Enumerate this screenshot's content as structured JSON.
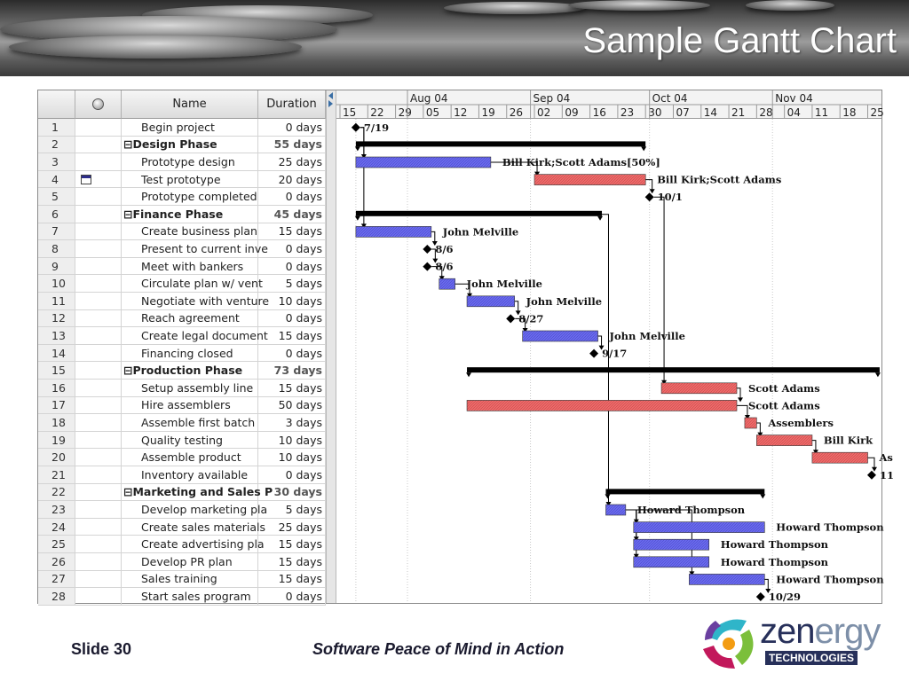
{
  "slide": {
    "title": "Sample Gantt Chart",
    "number_label": "Slide 30",
    "tagline": "Software Peace of Mind in Action"
  },
  "logo": {
    "word_main": "zen",
    "word_light": "ergy",
    "sub": "TECHNOLOGIES"
  },
  "colors": {
    "task_bar": "#6a6aee",
    "critical_bar": "#ee6a6a",
    "summary_bar": "#000000"
  },
  "table": {
    "headers": {
      "indicator_icon": "info-icon",
      "name": "Name",
      "duration": "Duration"
    },
    "rows": [
      {
        "id": "1",
        "name": "Begin project",
        "duration": "0 days",
        "summary": false,
        "indent": 1
      },
      {
        "id": "2",
        "name": "⊟Design Phase",
        "duration": "55 days",
        "summary": true,
        "indent": 0
      },
      {
        "id": "3",
        "name": "Prototype design",
        "duration": "25 days",
        "summary": false,
        "indent": 1
      },
      {
        "id": "4",
        "name": "Test prototype",
        "duration": "20 days",
        "summary": false,
        "indent": 1,
        "indicator": "calendar-icon"
      },
      {
        "id": "5",
        "name": "Prototype completed",
        "duration": "0 days",
        "summary": false,
        "indent": 1
      },
      {
        "id": "6",
        "name": "⊟Finance Phase",
        "duration": "45 days",
        "summary": true,
        "indent": 0
      },
      {
        "id": "7",
        "name": "Create business plan",
        "duration": "15 days",
        "summary": false,
        "indent": 1
      },
      {
        "id": "8",
        "name": "Present to current inve",
        "duration": "0 days",
        "summary": false,
        "indent": 1
      },
      {
        "id": "9",
        "name": "Meet with bankers",
        "duration": "0 days",
        "summary": false,
        "indent": 1
      },
      {
        "id": "10",
        "name": "Circulate plan w/ vent",
        "duration": "5 days",
        "summary": false,
        "indent": 1
      },
      {
        "id": "11",
        "name": "Negotiate with venture",
        "duration": "10 days",
        "summary": false,
        "indent": 1
      },
      {
        "id": "12",
        "name": "Reach agreement",
        "duration": "0 days",
        "summary": false,
        "indent": 1
      },
      {
        "id": "13",
        "name": "Create legal document",
        "duration": "15 days",
        "summary": false,
        "indent": 1
      },
      {
        "id": "14",
        "name": "Financing closed",
        "duration": "0 days",
        "summary": false,
        "indent": 1
      },
      {
        "id": "15",
        "name": "⊟Production Phase",
        "duration": "73 days",
        "summary": true,
        "indent": 0
      },
      {
        "id": "16",
        "name": "Setup assembly line",
        "duration": "15 days",
        "summary": false,
        "indent": 1
      },
      {
        "id": "17",
        "name": "Hire assemblers",
        "duration": "50 days",
        "summary": false,
        "indent": 1
      },
      {
        "id": "18",
        "name": "Assemble first batch",
        "duration": "3 days",
        "summary": false,
        "indent": 1
      },
      {
        "id": "19",
        "name": "Quality testing",
        "duration": "10 days",
        "summary": false,
        "indent": 1
      },
      {
        "id": "20",
        "name": "Assemble product",
        "duration": "10 days",
        "summary": false,
        "indent": 1
      },
      {
        "id": "21",
        "name": "Inventory available",
        "duration": "0 days",
        "summary": false,
        "indent": 1
      },
      {
        "id": "22",
        "name": "⊟Marketing and Sales P",
        "duration": "30 days",
        "summary": true,
        "indent": 0
      },
      {
        "id": "23",
        "name": "Develop marketing pla",
        "duration": "5 days",
        "summary": false,
        "indent": 1
      },
      {
        "id": "24",
        "name": "Create sales materials",
        "duration": "25 days",
        "summary": false,
        "indent": 1
      },
      {
        "id": "25",
        "name": "Create advertising pla",
        "duration": "15 days",
        "summary": false,
        "indent": 1
      },
      {
        "id": "26",
        "name": "Develop PR plan",
        "duration": "15 days",
        "summary": false,
        "indent": 1
      },
      {
        "id": "27",
        "name": "Sales training",
        "duration": "15 days",
        "summary": false,
        "indent": 1
      },
      {
        "id": "28",
        "name": "Start sales program",
        "duration": "0 days",
        "summary": false,
        "indent": 1
      }
    ]
  },
  "timescale": {
    "months": [
      "Aug 04",
      "Sep 04",
      "Oct 04",
      "Nov 04"
    ],
    "weeks": [
      "15",
      "22",
      "29",
      "05",
      "12",
      "19",
      "26",
      "02",
      "09",
      "16",
      "23",
      "30",
      "07",
      "14",
      "21",
      "28",
      "04",
      "11",
      "18",
      "25"
    ]
  },
  "chart_data": {
    "type": "gantt",
    "start_date": "2004-07-15",
    "tasks": [
      {
        "row": 1,
        "kind": "milestone",
        "start": "2004-07-19",
        "label": "7/19"
      },
      {
        "row": 2,
        "kind": "summary",
        "start": "2004-07-19",
        "end": "2004-09-30"
      },
      {
        "row": 3,
        "kind": "task",
        "start": "2004-07-19",
        "end": "2004-08-22",
        "label": "Bill Kirk;Scott Adams[50%]"
      },
      {
        "row": 4,
        "kind": "critical",
        "start": "2004-09-02",
        "end": "2004-09-30",
        "label": "Bill Kirk;Scott Adams"
      },
      {
        "row": 5,
        "kind": "milestone",
        "start": "2004-10-01",
        "label": "10/1"
      },
      {
        "row": 6,
        "kind": "summary",
        "start": "2004-07-19",
        "end": "2004-09-19"
      },
      {
        "row": 7,
        "kind": "task",
        "start": "2004-07-19",
        "end": "2004-08-07",
        "label": "John Melville"
      },
      {
        "row": 8,
        "kind": "milestone",
        "start": "2004-08-06",
        "label": "8/6"
      },
      {
        "row": 9,
        "kind": "milestone",
        "start": "2004-08-06",
        "label": "8/6"
      },
      {
        "row": 10,
        "kind": "task",
        "start": "2004-08-09",
        "end": "2004-08-13",
        "label": "John Melville"
      },
      {
        "row": 11,
        "kind": "task",
        "start": "2004-08-16",
        "end": "2004-08-28",
        "label": "John Melville"
      },
      {
        "row": 12,
        "kind": "milestone",
        "start": "2004-08-27",
        "label": "8/27"
      },
      {
        "row": 13,
        "kind": "task",
        "start": "2004-08-30",
        "end": "2004-09-18",
        "label": "John Melville"
      },
      {
        "row": 14,
        "kind": "milestone",
        "start": "2004-09-17",
        "label": "9/17"
      },
      {
        "row": 15,
        "kind": "summary",
        "start": "2004-08-16",
        "end": "2004-11-28"
      },
      {
        "row": 16,
        "kind": "critical",
        "start": "2004-10-04",
        "end": "2004-10-23",
        "label": "Scott Adams"
      },
      {
        "row": 17,
        "kind": "critical",
        "start": "2004-08-16",
        "end": "2004-10-23",
        "label": "Scott Adams"
      },
      {
        "row": 18,
        "kind": "critical",
        "start": "2004-10-25",
        "end": "2004-10-28",
        "label": "Assemblers"
      },
      {
        "row": 19,
        "kind": "critical",
        "start": "2004-10-28",
        "end": "2004-11-11",
        "label": "Bill Kirk"
      },
      {
        "row": 20,
        "kind": "critical",
        "start": "2004-11-11",
        "end": "2004-11-25",
        "label": "As"
      },
      {
        "row": 21,
        "kind": "milestone",
        "start": "2004-11-26",
        "label": "11"
      },
      {
        "row": 22,
        "kind": "summary",
        "start": "2004-09-20",
        "end": "2004-10-30"
      },
      {
        "row": 23,
        "kind": "task",
        "start": "2004-09-20",
        "end": "2004-09-25",
        "label": "Howard Thompson"
      },
      {
        "row": 24,
        "kind": "task",
        "start": "2004-09-27",
        "end": "2004-10-30",
        "label": "Howard Thompson"
      },
      {
        "row": 25,
        "kind": "task",
        "start": "2004-09-27",
        "end": "2004-10-16",
        "label": "Howard Thompson"
      },
      {
        "row": 26,
        "kind": "task",
        "start": "2004-09-27",
        "end": "2004-10-16",
        "label": "Howard Thompson"
      },
      {
        "row": 27,
        "kind": "task",
        "start": "2004-10-11",
        "end": "2004-10-30",
        "label": "Howard Thompson"
      },
      {
        "row": 28,
        "kind": "milestone",
        "start": "2004-10-29",
        "label": "10/29"
      }
    ],
    "links": [
      [
        1,
        3
      ],
      [
        3,
        4
      ],
      [
        4,
        5
      ],
      [
        5,
        16
      ],
      [
        1,
        7
      ],
      [
        7,
        8
      ],
      [
        8,
        9
      ],
      [
        9,
        10
      ],
      [
        10,
        11
      ],
      [
        11,
        12
      ],
      [
        12,
        13
      ],
      [
        13,
        14
      ],
      [
        6,
        23
      ],
      [
        16,
        17
      ],
      [
        17,
        18
      ],
      [
        18,
        19
      ],
      [
        19,
        20
      ],
      [
        20,
        21
      ],
      [
        23,
        24
      ],
      [
        23,
        25
      ],
      [
        23,
        26
      ],
      [
        23,
        27
      ],
      [
        27,
        28
      ]
    ]
  }
}
